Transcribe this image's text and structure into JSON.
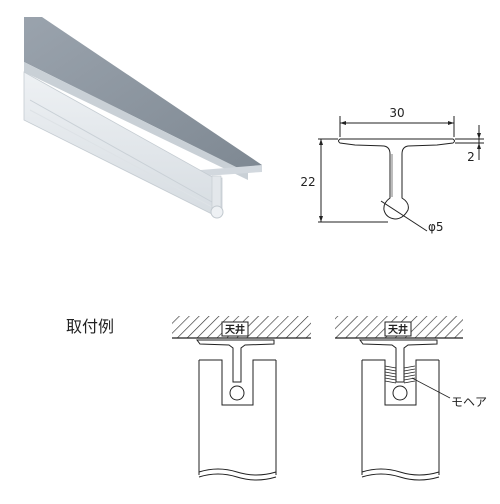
{
  "product_rendering": {
    "name": "t-profile-rail"
  },
  "section_drawing": {
    "width_label": "30",
    "height_label": "22",
    "flange_thickness_label": "2",
    "bulb_diameter_label": "φ5"
  },
  "installation": {
    "heading": "取付例",
    "ceiling_tag_left": "天井",
    "ceiling_tag_right": "天井",
    "brush_label": "モヘア"
  }
}
